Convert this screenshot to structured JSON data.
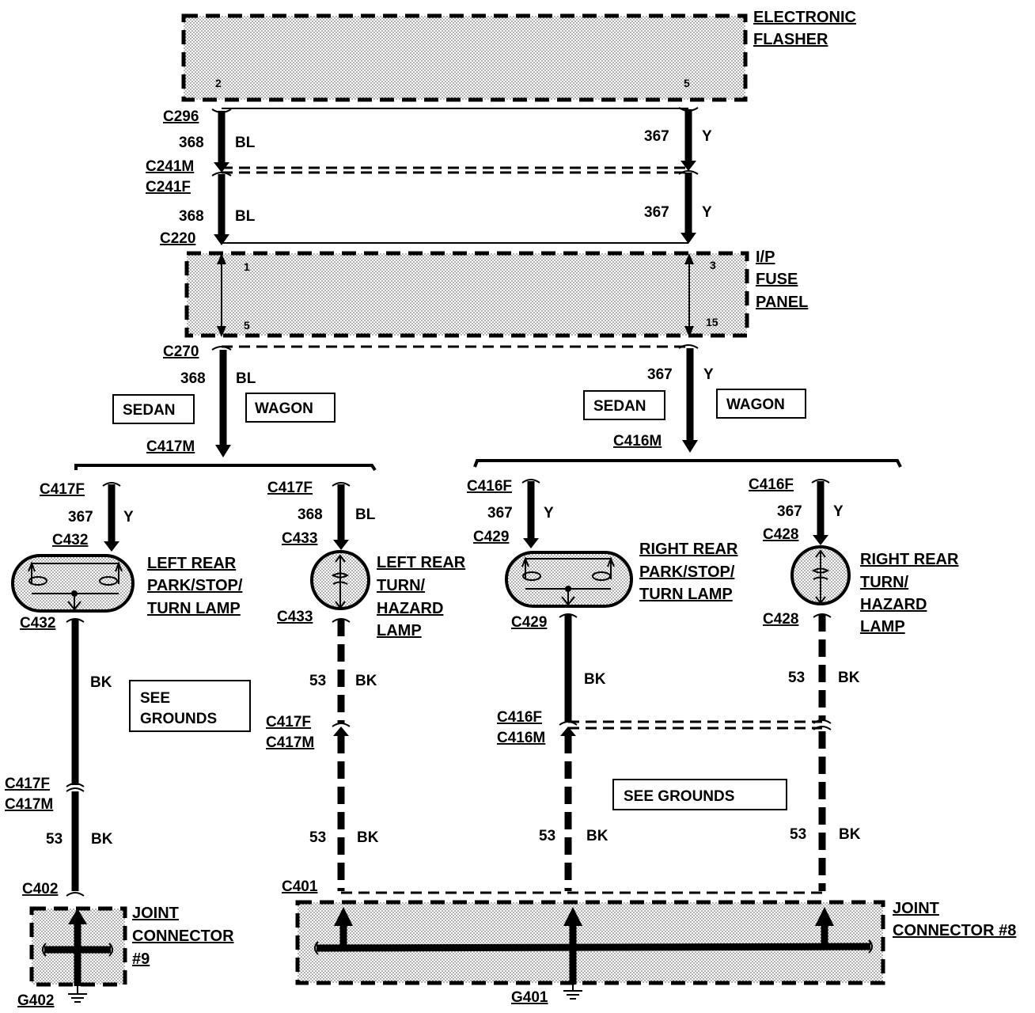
{
  "components": {
    "flasher": {
      "line1": "ELECTRONIC",
      "line2": "FLASHER",
      "pin_a": "2",
      "pin_b": "5"
    },
    "fuse_panel": {
      "line1": "I/P",
      "line2": "FUSE",
      "line3": "PANEL",
      "pin_tl": "1",
      "pin_bl": "5",
      "pin_tr": "3",
      "pin_br": "15"
    },
    "lr_park": {
      "line1": "LEFT REAR",
      "line2": "PARK/STOP/",
      "line3": "TURN LAMP"
    },
    "lr_turn": {
      "line1": "LEFT REAR",
      "line2": "TURN/",
      "line3": "HAZARD",
      "line4": "LAMP"
    },
    "rr_park": {
      "line1": "RIGHT REAR",
      "line2": "PARK/STOP/",
      "line3": "TURN LAMP"
    },
    "rr_turn": {
      "line1": "RIGHT REAR",
      "line2": "TURN/",
      "line3": "HAZARD",
      "line4": "LAMP"
    },
    "jc9": {
      "line1": "JOINT",
      "line2": "CONNECTOR",
      "line3": "#9"
    },
    "jc8": {
      "line1": "JOINT",
      "line2": "CONNECTOR #8"
    }
  },
  "notes": {
    "sedan": "SEDAN",
    "wagon": "WAGON",
    "see_grounds_1": "SEE",
    "see_grounds_2": "GROUNDS",
    "see_grounds_wide": "SEE GROUNDS"
  },
  "connectors": {
    "c296": "C296",
    "c241m": "C241M",
    "c241f": "C241F",
    "c220": "C220",
    "c270": "C270",
    "c417m": "C417M",
    "c416m": "C416M",
    "c417f": "C417F",
    "c416f": "C416F",
    "c432": "C432",
    "c433": "C433",
    "c429": "C429",
    "c428": "C428",
    "c401": "C401",
    "c402": "C402",
    "g401": "G401",
    "g402": "G402"
  },
  "circuits": {
    "c368": "368",
    "c367": "367",
    "c53": "53",
    "bl": "BL",
    "y": "Y",
    "bk": "BK"
  }
}
